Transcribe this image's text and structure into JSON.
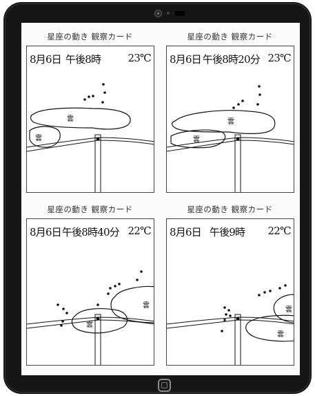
{
  "cards": [
    {
      "title": "星座の動き 観察カード",
      "date": "8月6日",
      "time": "午後8時",
      "temp": "23℃",
      "clouds": [
        "雲",
        "雲"
      ]
    },
    {
      "title": "星座の動き 観察カード",
      "date": "8月6日",
      "time": "午後8時20分",
      "temp": "23℃",
      "clouds": [
        "雲",
        "雲"
      ]
    },
    {
      "title": "星座の動き 観察カード",
      "date": "8月6日",
      "time": "午後8時40分",
      "temp": "22℃",
      "clouds": [
        "雲",
        "雲"
      ]
    },
    {
      "title": "星座の動き 観察カード",
      "date": "8月6日",
      "time": "午後9時",
      "temp": "22℃",
      "clouds": [
        "雲",
        "雲"
      ]
    }
  ],
  "device": {
    "frame_color": "#161616",
    "screen_color": "#fbfbfb"
  }
}
